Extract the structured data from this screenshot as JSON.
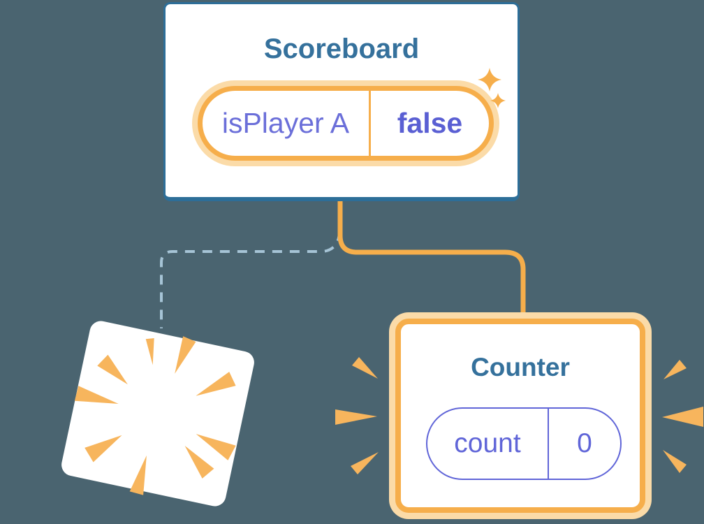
{
  "colors": {
    "bg": "#4A6470",
    "white": "#FFFFFF",
    "blueBorder": "#2D6E98",
    "heading": "#35719C",
    "orange": "#F6AE4B",
    "orangeGlow": "#FBDBA8",
    "purple": "#6B6FD9",
    "purpleBold": "#5A5FD3",
    "pillPurple": "#6065D8",
    "dash": "#A6C4D6",
    "burst": "#F7B55D"
  },
  "scoreboard": {
    "title": "Scoreboard",
    "state": {
      "name": "isPlayer A",
      "value": "false"
    }
  },
  "counter": {
    "title": "Counter",
    "state": {
      "name": "count",
      "value": "0"
    }
  },
  "icons": {
    "sparkle-icon": "✦",
    "poof-burst-icon": "radial orange wedges",
    "emphasis-marks-icon": "side orange wedges"
  }
}
